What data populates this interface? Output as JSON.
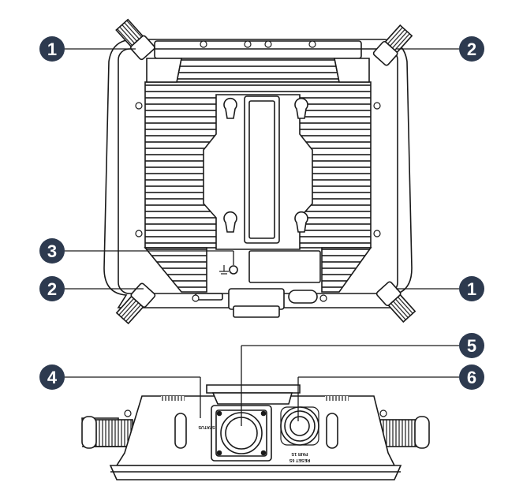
{
  "callouts": [
    {
      "id": "c1-top-left",
      "label": "1"
    },
    {
      "id": "c2-top-right",
      "label": "2"
    },
    {
      "id": "c3-ground",
      "label": "3"
    },
    {
      "id": "c2-bottom-left",
      "label": "2"
    },
    {
      "id": "c1-bottom-right",
      "label": "1"
    },
    {
      "id": "c4-status",
      "label": "4"
    },
    {
      "id": "c5-power",
      "label": "5"
    },
    {
      "id": "c6-pair",
      "label": "6"
    }
  ],
  "labels": {
    "status": "STATUS",
    "pair": "PAIR 1S",
    "reset": "RESET 6S"
  },
  "colors": {
    "callout_fill": "#2d3a4f",
    "line": "#1a1a1a",
    "panel": "#ffffff"
  },
  "icons": [
    "ground-icon",
    "antenna-connector-icon",
    "power-port-icon",
    "pair-button-icon"
  ]
}
